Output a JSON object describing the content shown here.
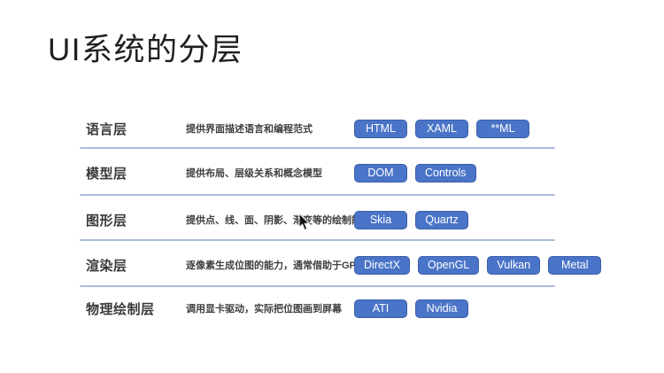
{
  "slide": {
    "title": "UI系统的分层",
    "colors": {
      "chip_bg": "#4a74c7",
      "chip_border": "#3b60ab",
      "separator": "#aabcda"
    },
    "rows": [
      {
        "name": "语言层",
        "desc": "提供界面描述语言和编程范式",
        "tags": [
          "HTML",
          "XAML",
          "**ML"
        ]
      },
      {
        "name": "模型层",
        "desc": "提供布局、层级关系和概念模型",
        "tags": [
          "DOM",
          "Controls"
        ]
      },
      {
        "name": "图形层",
        "desc": "提供点、线、面、阴影、渐变等的绘制能力",
        "tags": [
          "Skia",
          "Quartz"
        ]
      },
      {
        "name": "渲染层",
        "desc": "逐像素生成位图的能力，通常借助于GPU",
        "tags": [
          "DirectX",
          "OpenGL",
          "Vulkan",
          "Metal"
        ]
      },
      {
        "name": "物理绘制层",
        "desc": "调用显卡驱动，实际把位图画到屏幕",
        "tags": [
          "ATI",
          "Nvidia"
        ]
      }
    ]
  }
}
